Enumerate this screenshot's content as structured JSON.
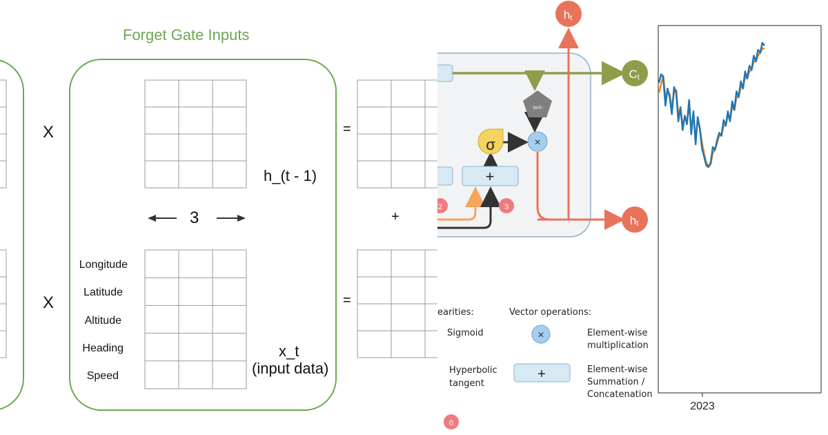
{
  "colors": {
    "green": "#6aa84f",
    "grid": "#999999",
    "red": "#e8735a",
    "orange": "#f5a55a",
    "olive": "#8f9c4a",
    "yellow": "#f4d35e",
    "blue_op": "#a7cdee",
    "vector_op": "#d7eaf3",
    "series_blue": "#1f77b4",
    "series_orange": "#ff7f0e"
  },
  "matrix_panel": {
    "title": "Forget Gate Inputs",
    "multiply_symbol": "X",
    "equals_symbol": "=",
    "plus_symbol": "+",
    "width_label": "3",
    "h_label": "h_(t - 1)",
    "x_label_line1": "x_t",
    "x_label_line2": "(input data)",
    "row_labels": [
      "Longitude",
      "Latitude",
      "Altitude",
      "Heading",
      "Speed"
    ]
  },
  "lstm_panel": {
    "output_top": "h",
    "output_top_sub": "t",
    "cell_state": "C",
    "cell_state_sub": "t",
    "output_right": "h",
    "output_right_sub": "t",
    "tanh_label": "tanh",
    "sigma_symbol": "σ",
    "multiply_symbol": "×",
    "plus_symbol": "+",
    "badge_2": "2",
    "badge_3": "3",
    "badge_0": "0",
    "legend": {
      "nonlinearities_title": "earities:",
      "vector_ops_title": "Vector operations:",
      "sigmoid": "Sigmoid",
      "hyperbolic_line1": "Hyperbolic",
      "hyperbolic_line2": "tangent",
      "elementwise_mult_line1": "Element-wise",
      "elementwise_mult_line2": "multiplication",
      "elementwise_sum_line1": "Element-wise",
      "elementwise_sum_line2": "Summation /",
      "elementwise_sum_line3": "Concatenation"
    }
  },
  "chart_data": {
    "type": "line",
    "xticks": [
      "2023"
    ],
    "series": [
      {
        "color": "#1f77b4",
        "values": [
          80,
          86,
          84,
          64,
          76,
          70,
          58,
          77,
          73,
          53,
          63,
          47,
          57,
          51,
          68,
          44,
          60,
          37,
          56,
          48,
          34,
          28,
          22,
          21,
          24,
          35,
          33,
          40,
          45,
          43,
          54,
          50,
          60,
          53,
          67,
          61,
          74,
          70,
          81,
          76,
          88,
          83,
          92,
          89,
          99,
          95,
          103,
          101,
          108,
          106
        ]
      },
      {
        "color": "#ff7f0e",
        "values": [
          73,
          79,
          85,
          70,
          74,
          72,
          62,
          73,
          75,
          57,
          62,
          51,
          55,
          53,
          64,
          48,
          58,
          41,
          54,
          48,
          38,
          30,
          24,
          22,
          23,
          31,
          33,
          38,
          43,
          43,
          50,
          50,
          57,
          54,
          63,
          61,
          70,
          70,
          77,
          77,
          84,
          83,
          88,
          89,
          95,
          95,
          99,
          101,
          104,
          104
        ]
      }
    ]
  }
}
